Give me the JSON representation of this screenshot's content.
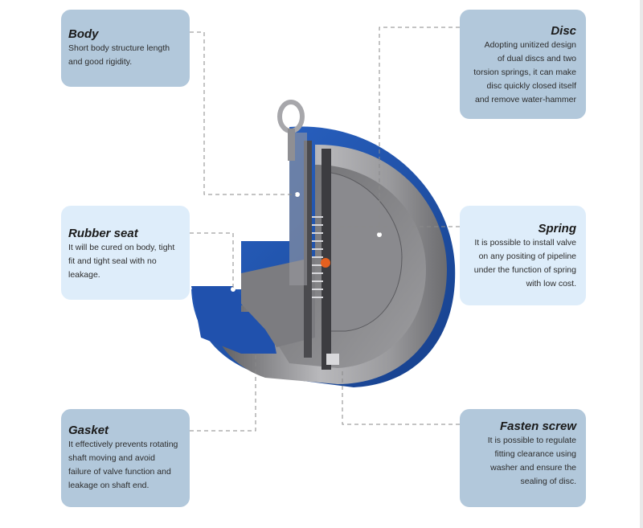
{
  "callouts": {
    "body": {
      "title": "Body",
      "text": [
        "Short body structure length",
        "and good rigidity."
      ]
    },
    "disc": {
      "title": "Disc",
      "text": [
        "Adopting unitized design",
        "of dual discs and two",
        "torsion springs, it can make",
        "disc quickly closed itself",
        "and remove water-hammer"
      ]
    },
    "rubber_seat": {
      "title": "Rubber seat",
      "text": [
        "It will be cured on body, tight",
        "fit and tight seal with no",
        "leakage."
      ]
    },
    "spring": {
      "title": "Spring",
      "text": [
        "It is possible to install valve",
        "on any positing of pipeline",
        "under the function of spring",
        "with low cost."
      ]
    },
    "gasket": {
      "title": "Gasket",
      "text": [
        "It effectively prevents rotating",
        "shaft moving and avoid",
        "failure of valve function and",
        "leakage on shaft end."
      ]
    },
    "fasten_screw": {
      "title": "Fasten screw",
      "text": [
        "It is possible to regulate",
        "fitting clearance using",
        "washer and ensure the",
        "sealing of disc."
      ]
    }
  },
  "colors": {
    "card_dark": "#b2c8db",
    "card_light": "#deedfa",
    "flange_blue": "#1f56b0",
    "steel": "#8f8f91",
    "leader_line": "#8a8a8a"
  }
}
